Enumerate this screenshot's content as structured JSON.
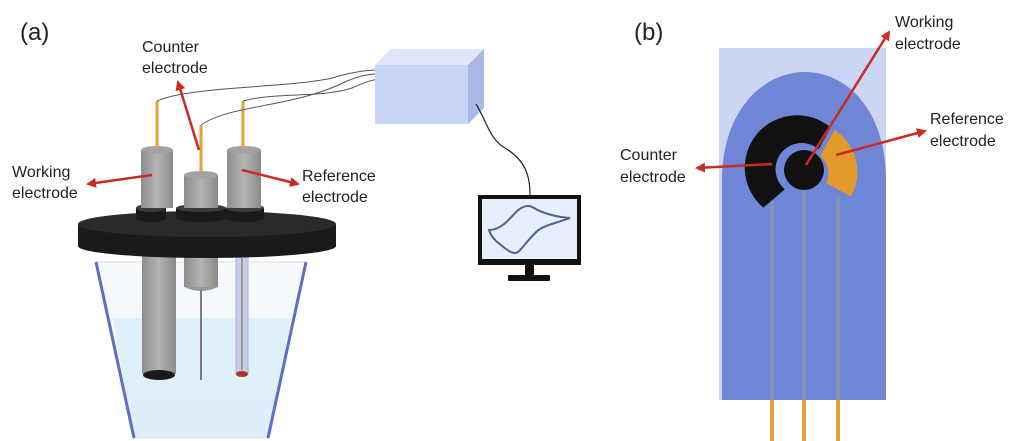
{
  "panel_a": {
    "label": "(a)",
    "counter_label": [
      "Counter",
      "electrode"
    ],
    "working_label": [
      "Working",
      "electrode"
    ],
    "reference_label": [
      "Reference",
      "electrode"
    ]
  },
  "panel_b": {
    "label": "(b)",
    "working_label": [
      "Working",
      "electrode"
    ],
    "reference_label": [
      "Reference",
      "electrode"
    ],
    "counter_label": [
      "Counter",
      "electrode"
    ]
  },
  "colors": {
    "arrow": "#cc2a22",
    "lead_gold": "#e6a13a",
    "electrode_gray": "#9a9a9a",
    "cap_black": "#1a1a1a",
    "solution": "#dceef8",
    "substrate_light": "#ccd6f2",
    "electrode_blue": "#6f86d6",
    "reference_orange": "#e39a2a",
    "box_face": "#c9d5f7",
    "monitor_screen": "#e7effc",
    "cv_curve": "#55608f"
  }
}
